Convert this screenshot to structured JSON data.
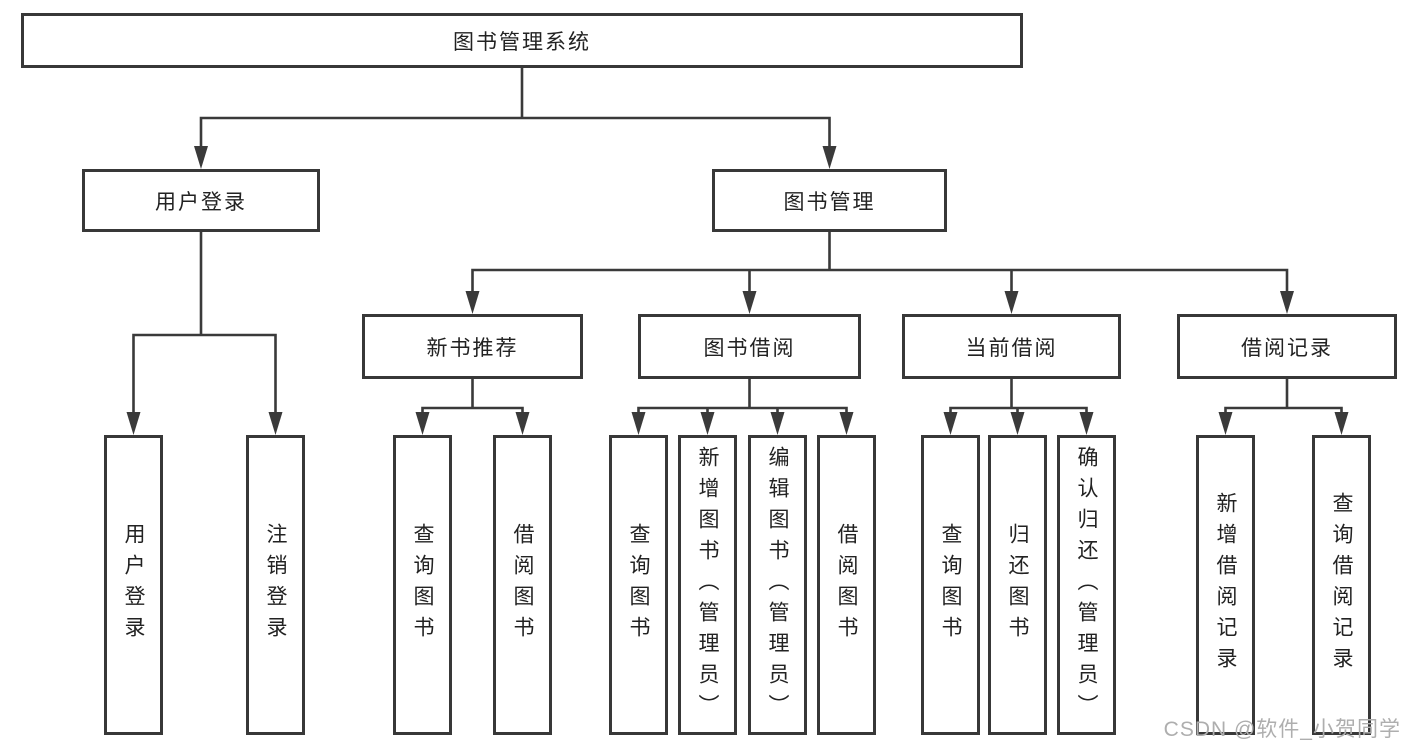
{
  "diagram": {
    "title": "图书管理系统",
    "root": {
      "label": "图书管理系统"
    },
    "level2": [
      {
        "label": "用户登录"
      },
      {
        "label": "图书管理"
      }
    ],
    "level3": [
      {
        "label": "新书推荐"
      },
      {
        "label": "图书借阅"
      },
      {
        "label": "当前借阅"
      },
      {
        "label": "借阅记录"
      }
    ],
    "leaves": [
      {
        "label": "用户登录"
      },
      {
        "label": "注销登录"
      },
      {
        "label": "查询图书"
      },
      {
        "label": "借阅图书"
      },
      {
        "label": "查询图书"
      },
      {
        "label": "新增图书（管理员）"
      },
      {
        "label": "编辑图书（管理员）"
      },
      {
        "label": "借阅图书"
      },
      {
        "label": "查询图书"
      },
      {
        "label": "归还图书"
      },
      {
        "label": "确认归还（管理员）"
      },
      {
        "label": "新增借阅记录"
      },
      {
        "label": "查询借阅记录"
      }
    ]
  },
  "colors": {
    "line": "#3a3a3a",
    "box_border": "#383838",
    "text": "#222222",
    "watermark": "#aeaeae"
  },
  "watermark": {
    "text": "CSDN @软件_小贺同学"
  }
}
